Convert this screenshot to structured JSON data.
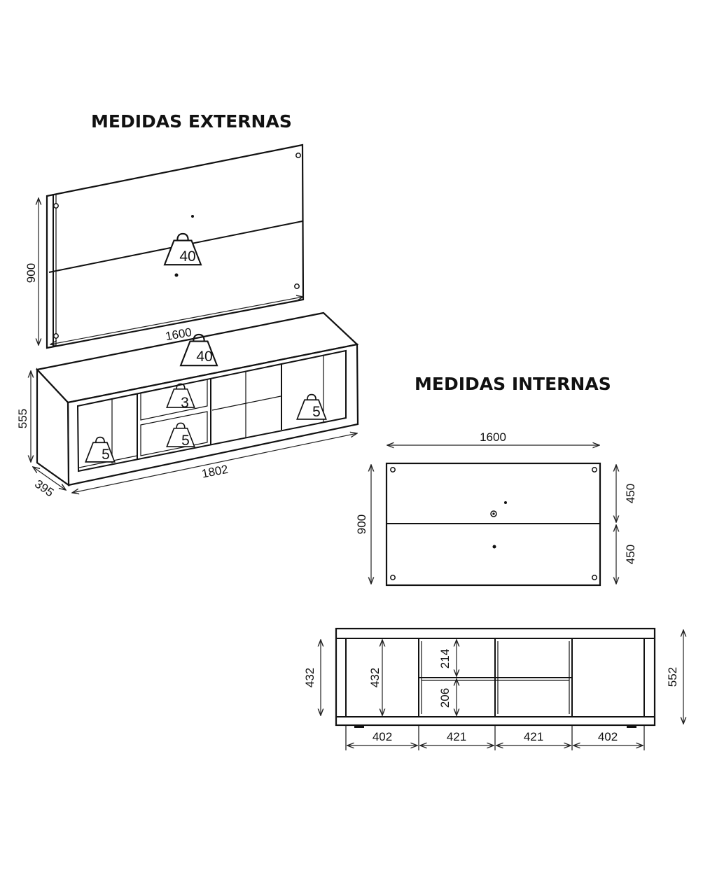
{
  "external": {
    "title": "MEDIDAS EXTERNAS",
    "panel_height": "900",
    "panel_width": "1600",
    "panel_weight": "40",
    "rack_top_weight": "40",
    "rack_height": "555",
    "rack_width": "1802",
    "rack_depth": "395",
    "drawer_top_weight": "3",
    "drawer_bottom_weight": "5",
    "left_niche_weight": "5",
    "right_niche_weight": "5"
  },
  "internal": {
    "title": "MEDIDAS INTERNAS",
    "panel_width": "1600",
    "panel_height": "900",
    "panel_upper_half": "450",
    "panel_lower_half": "450",
    "rack_outer_height": "432",
    "rack_inner_height": "432",
    "drawer_upper_height": "214",
    "drawer_lower_height": "206",
    "rack_total_height": "552",
    "bay_widths": [
      "402",
      "421",
      "421",
      "402"
    ]
  }
}
